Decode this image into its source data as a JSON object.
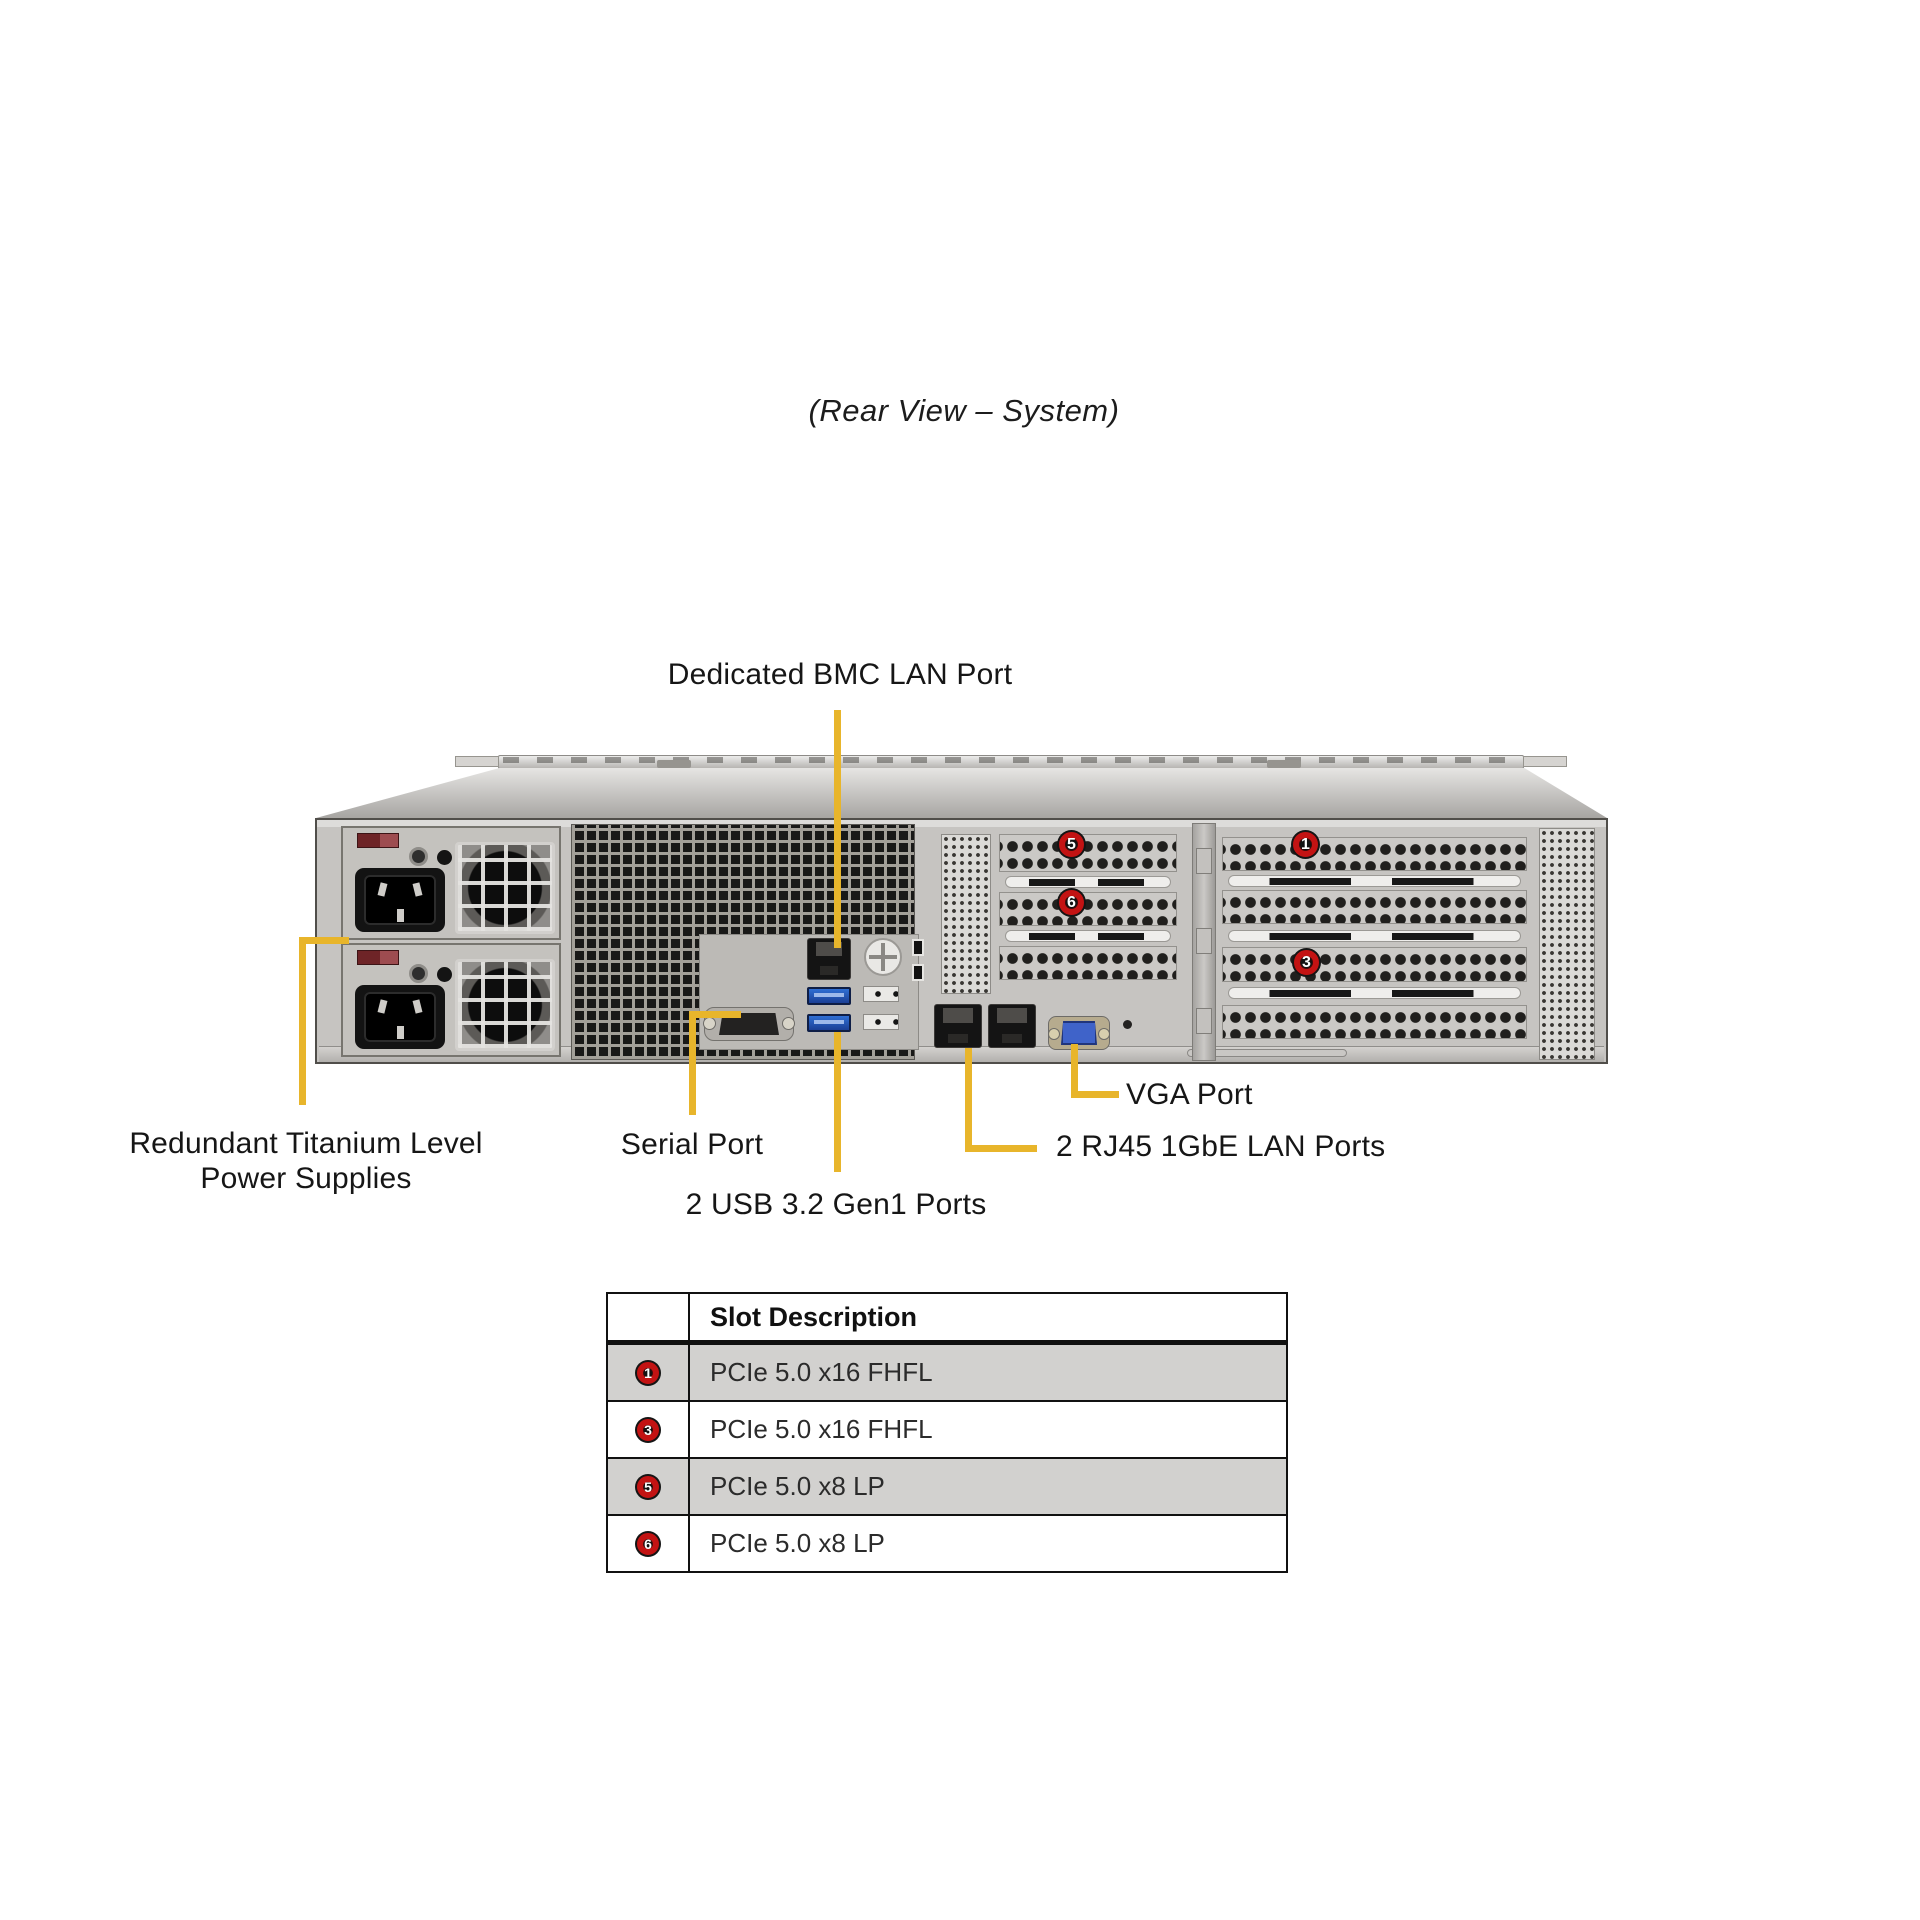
{
  "title": "(Rear View – System)",
  "labels": {
    "bmc": "Dedicated BMC LAN Port",
    "psu_line1": "Redundant Titanium Level",
    "psu_line2": "Power Supplies",
    "serial": "Serial Port",
    "usb": "2 USB 3.2 Gen1 Ports",
    "lan": "2 RJ45 1GbE LAN Ports",
    "vga": "VGA Port"
  },
  "chassis_badges": [
    {
      "id": "slot-5",
      "num": "5"
    },
    {
      "id": "slot-6",
      "num": "6"
    },
    {
      "id": "slot-1",
      "num": "1"
    },
    {
      "id": "slot-3",
      "num": "3"
    }
  ],
  "table": {
    "header": "Slot Description",
    "rows": [
      {
        "badge": "1",
        "description": "PCIe 5.0 x16 FHFL"
      },
      {
        "badge": "3",
        "description": "PCIe 5.0 x16 FHFL"
      },
      {
        "badge": "5",
        "description": "PCIe 5.0 x8 LP"
      },
      {
        "badge": "6",
        "description": "PCIe 5.0 x8 LP"
      }
    ]
  },
  "colors": {
    "callout_yellow": "#E8B52B",
    "badge_ring_red": "#C31313",
    "shaded_row_gray": "#D2D1CF"
  }
}
